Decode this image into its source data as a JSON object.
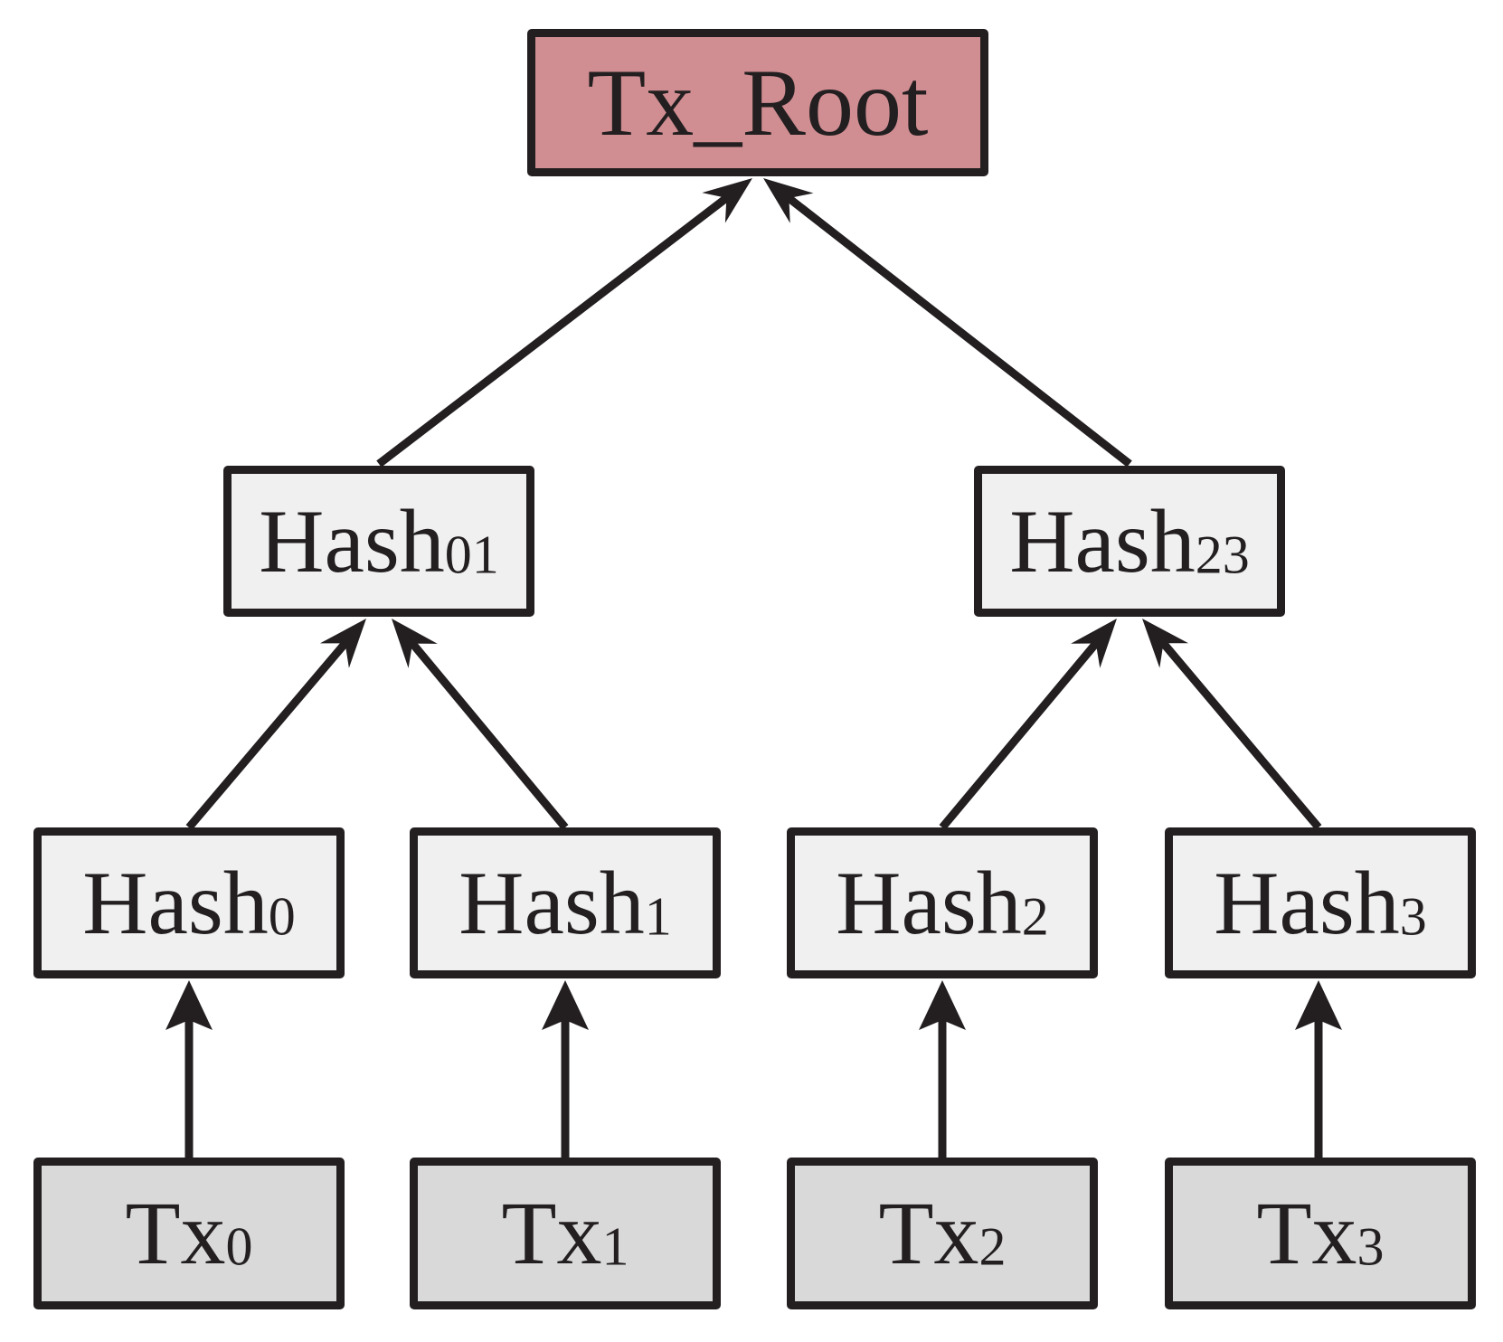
{
  "diagram": {
    "type": "merkle-tree",
    "colors": {
      "background": "#ffffff",
      "line_and_border": "#231f20",
      "root_fill": "#d08d92",
      "hash_fill": "#f0f0f0",
      "tx_fill": "#d9d9d9"
    },
    "nodes": {
      "root": {
        "label": "Tx_Root"
      },
      "hash01": {
        "base": "Hash",
        "sub": "01"
      },
      "hash23": {
        "base": "Hash",
        "sub": "23"
      },
      "hash0": {
        "base": "Hash",
        "sub": "0"
      },
      "hash1": {
        "base": "Hash",
        "sub": "1"
      },
      "hash2": {
        "base": "Hash",
        "sub": "2"
      },
      "hash3": {
        "base": "Hash",
        "sub": "3"
      },
      "tx0": {
        "base": "Tx",
        "sub": "0"
      },
      "tx1": {
        "base": "Tx",
        "sub": "1"
      },
      "tx2": {
        "base": "Tx",
        "sub": "2"
      },
      "tx3": {
        "base": "Tx",
        "sub": "3"
      }
    },
    "edges": [
      {
        "from": "tx0",
        "to": "hash0"
      },
      {
        "from": "tx1",
        "to": "hash1"
      },
      {
        "from": "tx2",
        "to": "hash2"
      },
      {
        "from": "tx3",
        "to": "hash3"
      },
      {
        "from": "hash0",
        "to": "hash01"
      },
      {
        "from": "hash1",
        "to": "hash01"
      },
      {
        "from": "hash2",
        "to": "hash23"
      },
      {
        "from": "hash3",
        "to": "hash23"
      },
      {
        "from": "hash01",
        "to": "root"
      },
      {
        "from": "hash23",
        "to": "root"
      }
    ]
  }
}
